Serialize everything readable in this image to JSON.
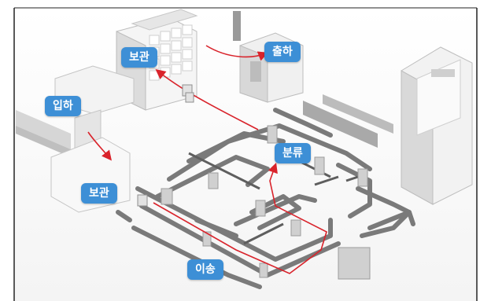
{
  "labels": {
    "storage_top": "보관",
    "shipping": "출하",
    "receiving": "입하",
    "sorting": "분류",
    "storage_left": "보관",
    "transfer": "이송"
  },
  "colors": {
    "label_bg": "#3d8fd6",
    "flow_arrow": "#d9232b",
    "conveyor": "#7a7a7a",
    "wall": "#f2f2f2",
    "shadow": "#c9c9c9"
  }
}
